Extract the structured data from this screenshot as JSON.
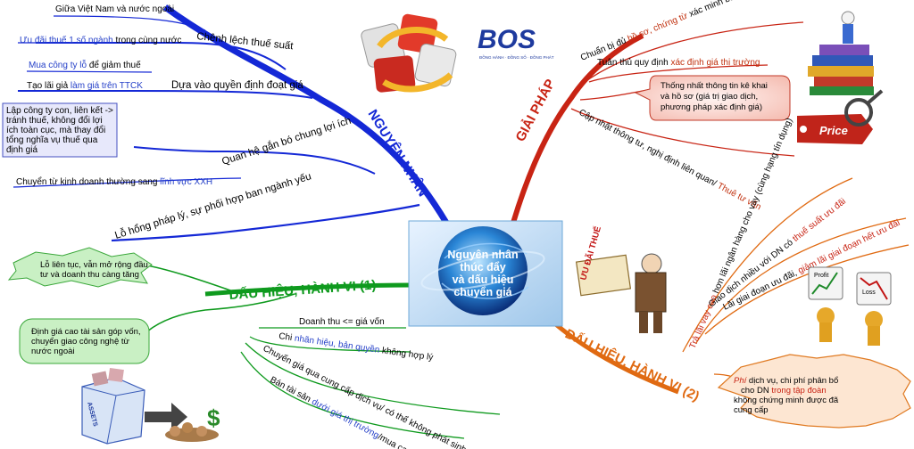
{
  "center": {
    "title_lines": [
      "Nguyên nhân",
      "thúc đẩy",
      "và dấu hiệu",
      "chuyển giá"
    ]
  },
  "logo": {
    "brand": "BOS",
    "tagline": "ĐỒNG HÀNH · ĐỒNG SỐ · ĐỒNG PHÁT"
  },
  "nguyen_nhan": {
    "title": "NGUYÊN NHÂN",
    "chenh_lech": "Chênh lệch thuế suất",
    "sub_giua_vn": "Giữa Việt Nam và nước ngoài",
    "sub_uu_dai_a": "Ưu đãi thuế 1 số ngành",
    "sub_uu_dai_b": " trong cùng nước",
    "dua_vao": "Dựa vào quyền định đoạt giá",
    "sub_mua_a": "Mua công ty lỗ",
    "sub_mua_b": " để giảm thuế",
    "sub_tao_lai_a": "Tạo lãi giả ",
    "sub_tao_lai_b": "làm giá trên TTCK",
    "quan_he": "Quan hệ gắn bó chung lợi ích",
    "box_lines": [
      "Lập công ty con, liên kết ->",
      "tránh thuế, không đổi lợi",
      "ích toàn cục, mà thay đổi",
      "tổng nghĩa vụ thuế qua",
      "định giá"
    ],
    "sub_chuyen_a": "Chuyển từ kinh doanh thường sang ",
    "sub_chuyen_b": "lĩnh vực XXH",
    "lo_hong": "Lỗ hổng pháp lý, sự phối hợp ban ngành yếu"
  },
  "giai_phap": {
    "title": "GIẢI PHÁP",
    "item1_a": "Chuẩn bị đủ ",
    "item1_b": "hồ sơ, chứng từ",
    "item1_c": " xác minh bản chất giá thị trường",
    "item2_a": "Tuân thủ quy định ",
    "item2_b": "xác định giá thị trường",
    "box_lines": [
      "Thống nhất thông tin kê khai",
      "và hồ sơ (giá trị giao dịch,",
      "phương pháp xác định giá)"
    ],
    "item3_a": "Cập nhật thông tư, nghị định liên quan/ ",
    "item3_b": "Thuê tư vấn",
    "price_tag": "Price"
  },
  "dau_hieu_1": {
    "title": "DẤU HIỆU, HÀNH VI (1)",
    "cloud1_lines": [
      "Lỗ liên tục, vẫn mở rộng đầu",
      "tư và doanh thu càng tăng"
    ],
    "cloud2_lines": [
      "Định giá cao tài sản góp vốn,",
      "chuyển giao công nghệ từ",
      "nước ngoài"
    ],
    "item1": "Doanh thu <= giá vốn",
    "item2_a": "Chi ",
    "item2_b": "nhãn hiệu, bản quyền",
    "item2_c": " không hợp lý",
    "item3": "Chuyển giá qua cung cấp dịch vụ/ có thể không phát sinh",
    "item4_a": "Bán tài sản ",
    "item4_b": "dưới giá thị trường",
    "item4_c": "/mua cao hơn",
    "assets_label": "ASSETS",
    "dollar": "$"
  },
  "dau_hieu_2": {
    "title": "DẤU HIỆU, HÀNH VI (2)",
    "item1_a": "Trả lãi vay cao",
    "item1_b": " hơn lãi ngân hàng cho vay (cùng hạng tín dụng)",
    "item2_a": "Giao dịch nhiều với DN có ",
    "item2_b": "thuế suất ưu đãi",
    "item3_a": "Lãi giai đoạn ưu đãi, ",
    "item3_b": "giảm lãi giai đoạn hết ưu đãi",
    "sign_text": "ƯU ĐÃI THUẾ",
    "burst_line1_a": "Phí",
    "burst_line1_b": " dịch vụ, chi phí phân bổ",
    "burst_line2_a": "cho DN ",
    "burst_line2_b": "trong tập đoàn",
    "burst_line3": "không chứng minh được đã",
    "burst_line4": "cung cấp",
    "profit_label": "Profit",
    "loss_label": "Loss"
  },
  "colors": {
    "blue": "#1428d6",
    "red": "#c82414",
    "green": "#0f9a1e",
    "orange": "#e06a12",
    "accent_blue": "#2540c8",
    "accent_red": "#c0300e"
  }
}
